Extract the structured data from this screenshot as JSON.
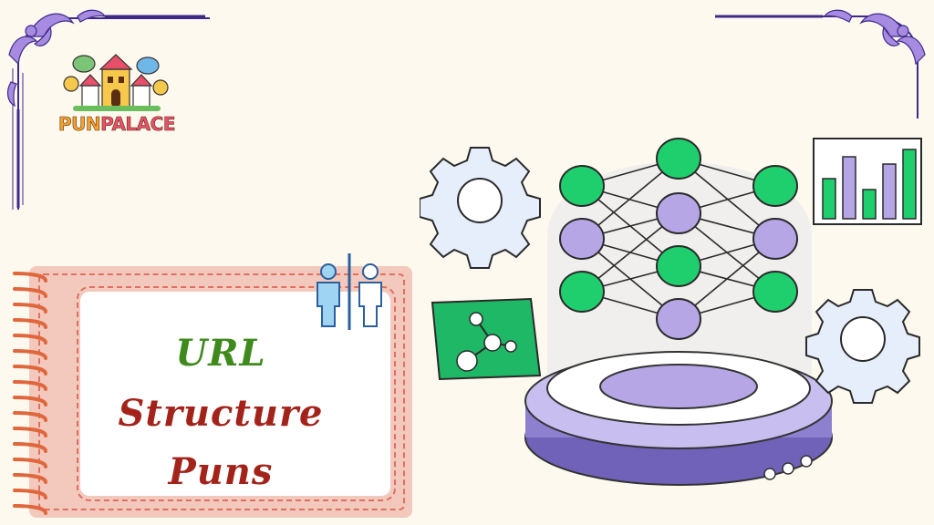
{
  "brand": {
    "name_part_1": "PUN",
    "name_part_2": "PALACE"
  },
  "title": {
    "line_1": "URL",
    "line_2": "Structure",
    "line_3": "Puns"
  },
  "colors": {
    "background": "#fdf9ee",
    "node_green": "#1fcf6e",
    "node_purple": "#b6a6e6",
    "card_pink": "#f3c9bd",
    "dash_red": "#df6f5f",
    "title_green": "#3f8a1d",
    "title_red": "#a3231a",
    "ornament_purple": "#5b3fb0"
  },
  "icons": [
    "ornament-corner",
    "castle-logo",
    "people-icon",
    "gear-icon",
    "bar-chart-icon",
    "molecule-icon",
    "neural-network",
    "platform-icon"
  ],
  "bar_chart": {
    "values": [
      0.55,
      0.85,
      0.4,
      0.75,
      0.95
    ]
  }
}
